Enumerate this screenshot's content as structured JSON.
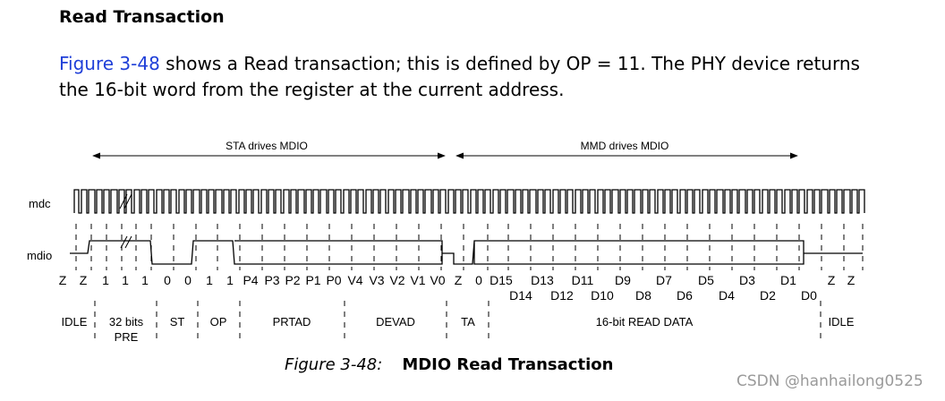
{
  "heading": "Read Transaction",
  "paragraph": {
    "link_text": "Figure 3-48",
    "line1_rest": " shows a Read transaction; this is defined by OP = 11. The PHY device returns",
    "line2": "the 16-bit word from the register at the current address."
  },
  "diagram": {
    "arrow_left_label": "STA drives MDIO",
    "arrow_right_label": "MMD drives MDIO",
    "signal_mdc": "mdc",
    "signal_mdio": "mdio",
    "bits_row1": [
      "Z",
      "Z",
      "1",
      "1",
      "1",
      "0",
      "0",
      "1",
      "1",
      "P4",
      "P3",
      "P2",
      "P1",
      "P0",
      "V4",
      "V3",
      "V2",
      "V1",
      "V0",
      "Z",
      "0",
      "D15",
      "D13",
      "D11",
      "D9",
      "D7",
      "D5",
      "D3",
      "D1",
      "Z",
      "Z"
    ],
    "bits_row2": [
      "D14",
      "D12",
      "D10",
      "D8",
      "D6",
      "D4",
      "D2",
      "D0"
    ],
    "fields": [
      "IDLE",
      "32 bits",
      "PRE",
      "ST",
      "OP",
      "PRTAD",
      "DEVAD",
      "TA",
      "16-bit READ DATA",
      "IDLE"
    ]
  },
  "caption": {
    "number": "Figure 3-48:",
    "title": "MDIO Read Transaction"
  },
  "watermark": "CSDN @hanhailong0525"
}
